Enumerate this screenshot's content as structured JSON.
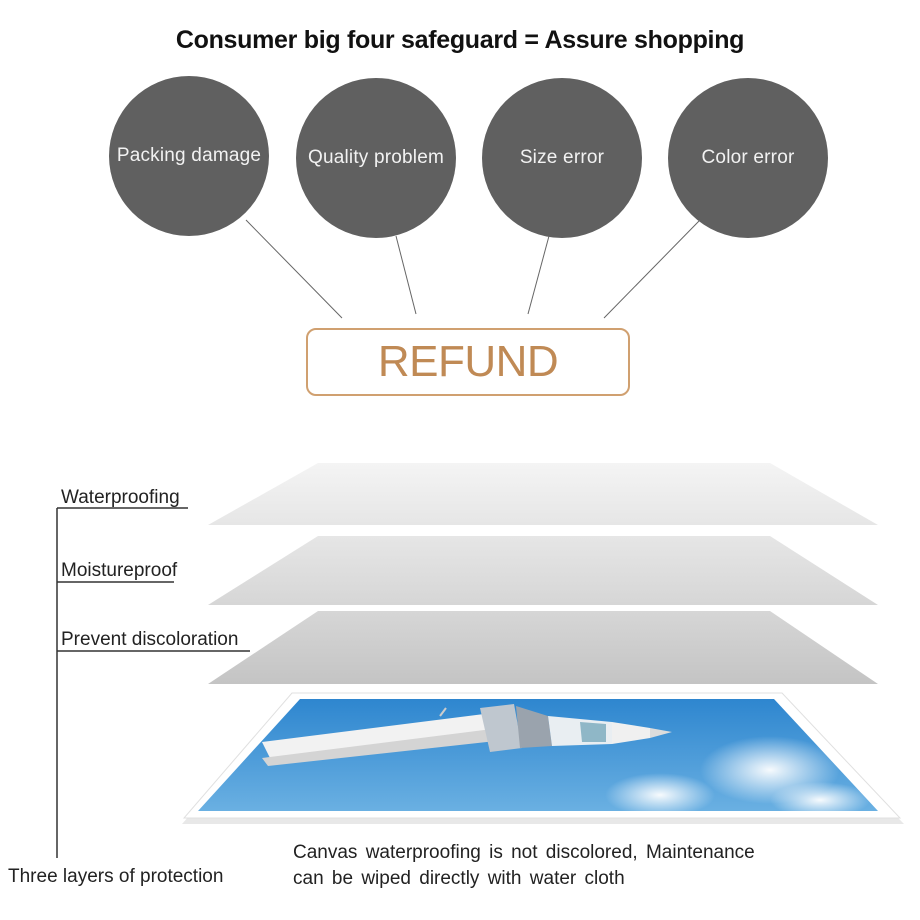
{
  "title": "Consumer big four safeguard = Assure shopping",
  "safeguards": [
    {
      "label": "Packing  damage",
      "icon": "packing-damage"
    },
    {
      "label": "Quality  problem",
      "icon": "quality-problem"
    },
    {
      "label": "Size  error",
      "icon": "size-error"
    },
    {
      "label": "Color  error",
      "icon": "color-error"
    }
  ],
  "refund_label": "REFUND",
  "layers": [
    {
      "label": "Waterproofing"
    },
    {
      "label": "Moistureproof"
    },
    {
      "label": "Prevent  discoloration"
    }
  ],
  "bottom_label": "Three layers of protection",
  "caption": {
    "line1": "Canvas  waterproofing  is  not  discolored,  Maintenance",
    "line2": "can  be  wiped  directly  with  water  cloth"
  },
  "colors": {
    "circle": "#606060",
    "refund_accent": "#c08a55",
    "layer_top": "#ececec",
    "layer_mid": "#dcdcdc",
    "layer_low": "#cacaca",
    "sky": "#4f9ad8"
  }
}
